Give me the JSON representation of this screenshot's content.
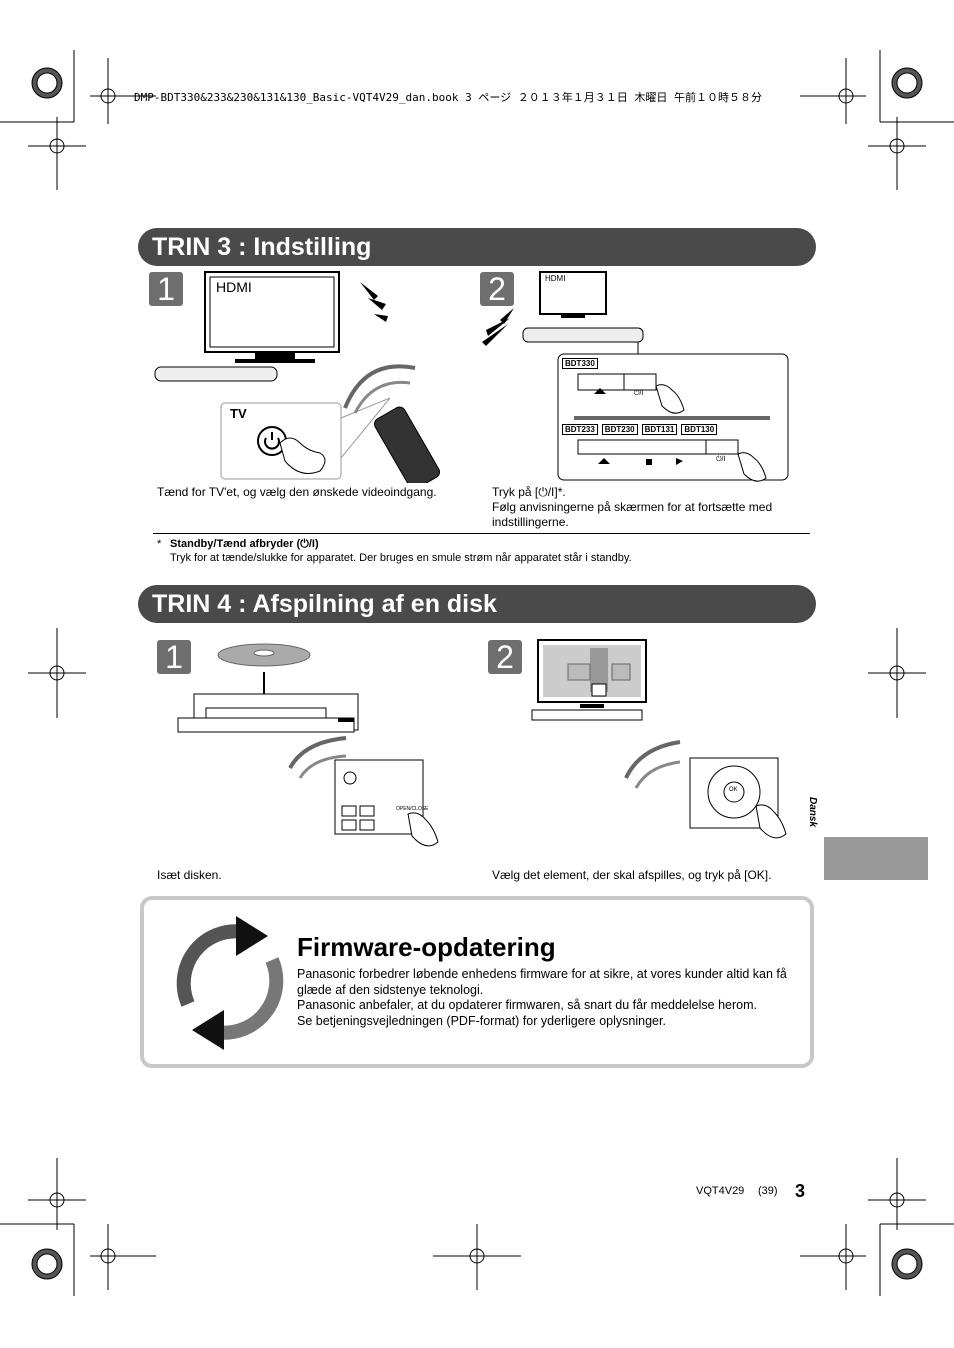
{
  "header": {
    "file_line": "DMP-BDT330&233&230&131&130_Basic-VQT4V29_dan.book  3 ページ  ２０１３年１月３１日  木曜日  午前１０時５８分"
  },
  "step3": {
    "title": "TRIN 3 : Indstilling",
    "sub1": {
      "number": "1",
      "tv_screen_label": "HDMI",
      "remote_label": "TV",
      "caption": "Tænd for TV'et, og vælg den ønskede videoindgang."
    },
    "sub2": {
      "number": "2",
      "tv_screen_label": "HDMI",
      "model_top": "BDT330",
      "models_bottom": [
        "BDT233",
        "BDT230",
        "BDT131",
        "BDT130"
      ],
      "power_symbol": "⏻/I",
      "caption_line1": "Tryk på [⏻/I]*.",
      "caption_line2": "Følg anvisningerne på skærmen for at fortsætte med indstillingerne."
    },
    "footnote_marker": "*",
    "footnote_title": "Standby/Tænd afbryder (⏻/I)",
    "footnote_text": "Tryk for at tænde/slukke for apparatet. Der bruges en smule strøm når apparatet står i standby."
  },
  "step4": {
    "title": "TRIN 4 : Afspilning af en disk",
    "sub1": {
      "number": "1",
      "remote_button": "OPEN/CLOSE",
      "caption": "Isæt disken."
    },
    "sub2": {
      "number": "2",
      "remote_ok": "OK",
      "caption": "Vælg det element, der skal afspilles, og tryk på [OK]."
    }
  },
  "firmware": {
    "title": "Firmware-opdatering",
    "line1": "Panasonic forbedrer løbende enhedens firmware for at sikre, at vores kunder altid kan få glæde af den sidstenye teknologi.",
    "line2": "Panasonic anbefaler, at du opdaterer firmwaren, så snart du får meddelelse herom.",
    "line3": "Se betjeningsvejledningen (PDF-format) for yderligere oplysninger."
  },
  "side_tab": {
    "label": "Dansk"
  },
  "footer": {
    "code": "VQT4V29",
    "code_page": "(39)",
    "page_number": "3"
  }
}
